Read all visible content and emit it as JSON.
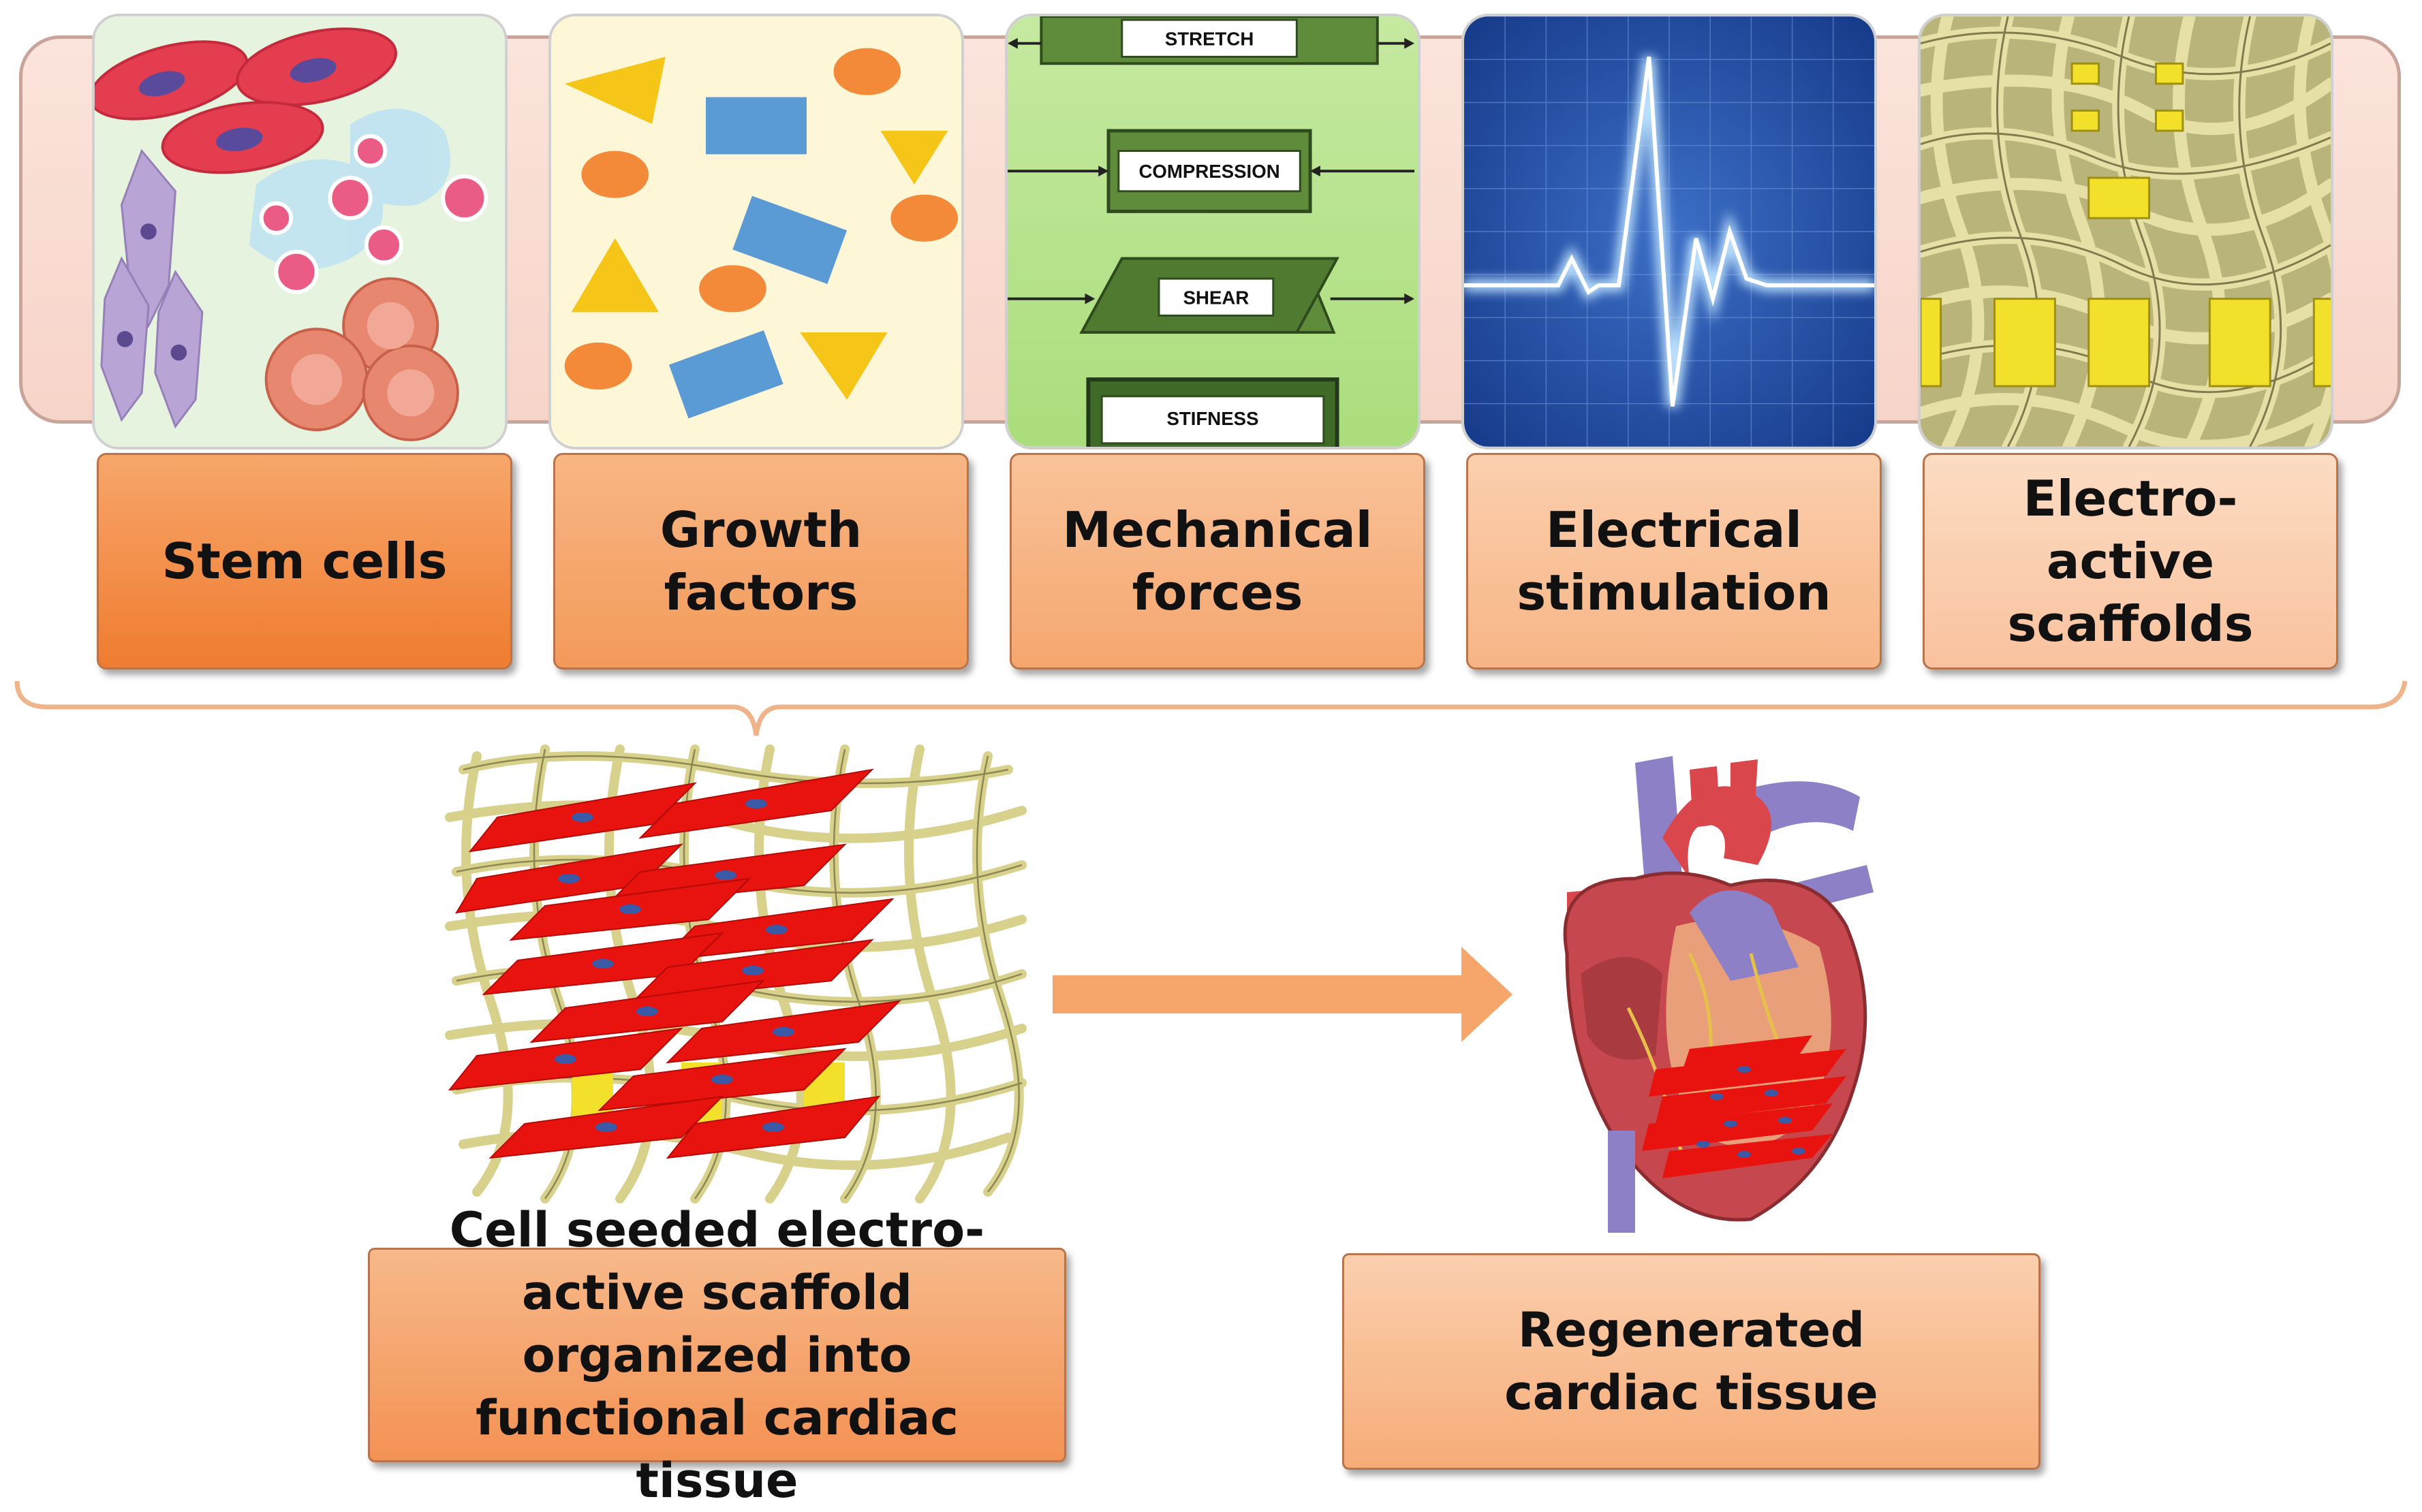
{
  "categories": [
    {
      "id": "stem-cells",
      "label": "Stem cells"
    },
    {
      "id": "growth-factors",
      "label": "Growth factors"
    },
    {
      "id": "mechanical-forces",
      "label": "Mechanical forces"
    },
    {
      "id": "electrical-stimulation",
      "label": "Electrical stimulation"
    },
    {
      "id": "electro-active-scaffolds",
      "label": "Electro-active scaffolds"
    }
  ],
  "mechanical_labels": {
    "stretch": "STRETCH",
    "compression": "COMPRESSION",
    "shear": "SHEAR",
    "stiffness": "STIFNESS"
  },
  "outcomes": {
    "scaffold": "Cell seeded electro-active scaffold organized into functional cardiac tissue",
    "regenerated": "Regenerated cardiac tissue"
  },
  "colors": {
    "label_orange_dark": "#f0883f",
    "label_orange_light": "#fbd3b5",
    "arrow": "#f6a66b",
    "brace": "#f0b48a"
  }
}
